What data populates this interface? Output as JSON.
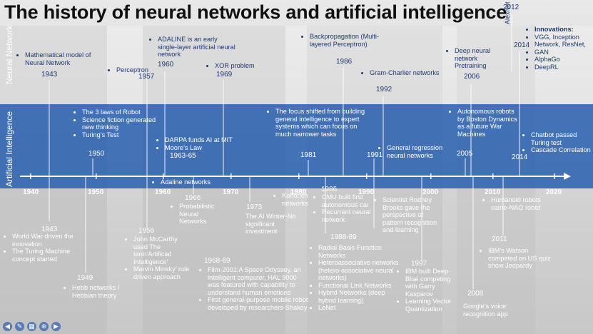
{
  "title": "The history of neural networks and artificial intelligence",
  "row_labels": {
    "nn": "Neural Network",
    "ai": "Artificial Intelligence"
  },
  "axis_years": [
    "1940",
    "1950",
    "1960",
    "1970",
    "1980",
    "1990",
    "2000",
    "2010",
    "2020"
  ],
  "nn": [
    {
      "year": "1943",
      "text": "Mathematical model of Neural Network"
    },
    {
      "year": "1957",
      "text": "Perceptron"
    },
    {
      "year": "1960",
      "text": "ADALINE is an early single-layer artificial neural network"
    },
    {
      "year": "1969",
      "text": "XOR problem"
    },
    {
      "year": "1986",
      "text": "Backpropagation (Multi-layered Perceptron)"
    },
    {
      "year": "1992",
      "text": "Gram-Charlier networks"
    },
    {
      "year": "2006",
      "text": "Deep neural network Pretraining"
    },
    {
      "year": "2012",
      "text": "AlexNet"
    },
    {
      "year": "2014",
      "text": "Innovations:",
      "items": [
        "VGG, Inception Network, ResNet,",
        "GAN",
        "AlphaGo",
        "DeepRL"
      ]
    }
  ],
  "ai": [
    {
      "year": "1950",
      "items": [
        "The 3 laws of Robot",
        "Science fiction generated new thinking",
        "Turing’s Test"
      ]
    },
    {
      "year": "1963-65",
      "items": [
        "DARPA funds AI at MIT",
        "Moore’s Law"
      ]
    },
    {
      "year": "1981",
      "text": "The focus shifted from building general intelligence to expert systems which can focus on much narrower tasks"
    },
    {
      "year": "1991",
      "items": [
        "General regression neural networks"
      ]
    },
    {
      "year": "2005",
      "items": [
        "Autonomous robots by Boston Dynamics as a future War Machines"
      ]
    },
    {
      "year": "2014",
      "items": [
        "Chatbot passed Turing test",
        "Cascade Correlation"
      ]
    }
  ],
  "below": [
    {
      "year": "1943",
      "items": [
        "World War driven the innovation",
        "The Turing Machine concept started"
      ]
    },
    {
      "year": "1949",
      "items": [
        "Hebb networks / Hebbian theory"
      ]
    },
    {
      "year": "1956",
      "items": [
        "John McCarthy used The term’Artificial Intelligence’",
        "Marvin Minsky’ rule driven approach"
      ]
    },
    {
      "year": "1960",
      "items": [
        "Adaline networks"
      ]
    },
    {
      "year": "1966",
      "items": [
        "Probabilistic Neural Networks"
      ]
    },
    {
      "year": "1968-69",
      "items": [
        "Film-2001:A Space Odyssey, an intelligent computer, HAL 9000 was featured with capability to understand human emotions",
        "First general-purpose mobile robot developed by researchers-Shakey"
      ]
    },
    {
      "year": "1973",
      "text": "The AI Winter-No significant investment"
    },
    {
      "year": "1980",
      "items": [
        "Kohonen networks"
      ]
    },
    {
      "year": "1986",
      "items": [
        "CMU built first autonomous car",
        "Recurrent neural network"
      ]
    },
    {
      "year": "1988-89",
      "items": [
        "Radial Basis Function Networks",
        "Heteroassociative networks (hetero-associative neural networks)",
        "Functional Link Networks",
        "Hybrid Networks (deep hybrid learning)",
        "LeNet"
      ]
    },
    {
      "year": "1990",
      "items": [
        "Scientist Rodney Brooks gave the perspective of pattern recognition and learning"
      ]
    },
    {
      "year": "1997",
      "items": [
        "IBM built Deep Blue competing with Garry Kasparov",
        "Learning Vector Quantization"
      ]
    },
    {
      "year": "2008",
      "text": "Google’s voice recognition app"
    },
    {
      "year": "2010",
      "items": [
        "Humanoid robots came-NAO robot"
      ]
    },
    {
      "year": "2011",
      "items": [
        "IBM’s Watson competed on US quiz show Jeopardy"
      ]
    }
  ]
}
